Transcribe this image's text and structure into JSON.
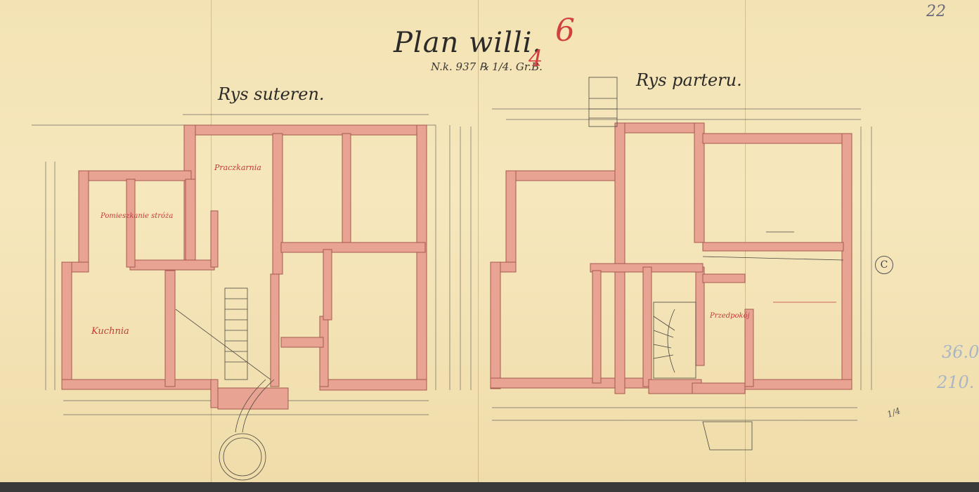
{
  "title": "Plan willi.",
  "reference": "N.k. 937 ℞ 1/4. Gr.B.",
  "red_number_top": "6",
  "red_number_mid": "4",
  "page_number": "22",
  "basement": {
    "label": "Rys suteren.",
    "rooms": [
      "Praczkarnia",
      "Pomieszkanie stróża",
      "Kuchnia"
    ]
  },
  "ground_floor": {
    "label": "Rys parteru.",
    "rooms": [
      "Przedpokój"
    ]
  },
  "annotations": {
    "circle_letter": "C",
    "pencil_top": "36.0",
    "pencil_bottom": "210.",
    "margin_fraction": "1/4"
  },
  "colors": {
    "paper": "#f3e3b4",
    "wall": "#e9a393",
    "wall_outline": "#a55a4f",
    "ink": "#2b2a28",
    "red_ink": "#c43a3a"
  }
}
